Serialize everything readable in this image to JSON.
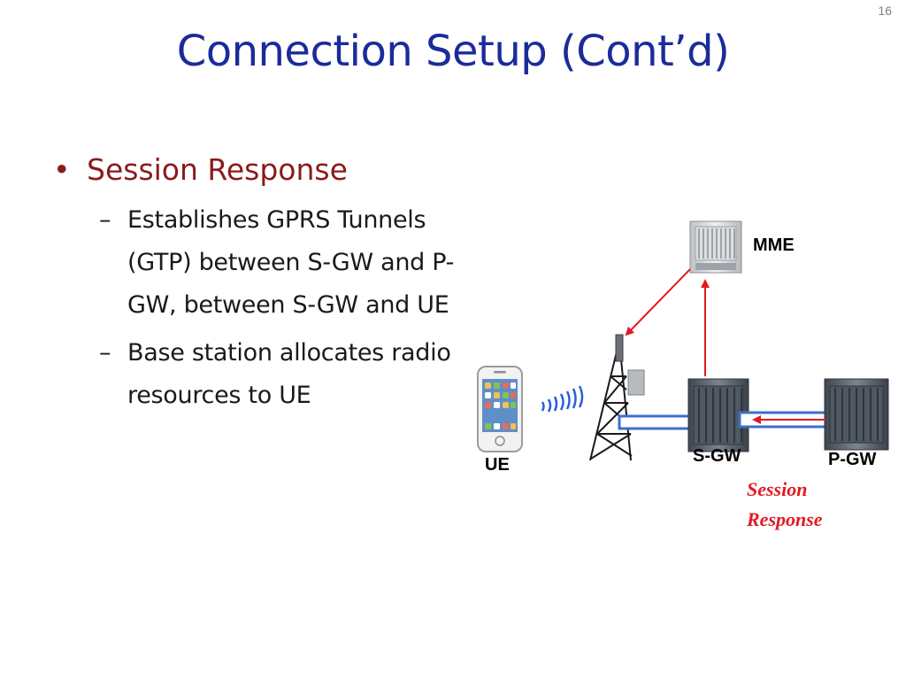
{
  "slide": {
    "number": "16",
    "title": "Connection Setup (Cont’d)"
  },
  "bullets": {
    "main": "Session Response",
    "subs": [
      "Establishes GPRS Tunnels (GTP) between S-GW and P-GW, between S-GW and UE",
      "Base station allocates radio resources to UE"
    ],
    "sub_mark": "–",
    "main_mark": "•"
  },
  "diagram": {
    "labels": {
      "mme": "MME",
      "ue": "UE",
      "sgw": "S-GW",
      "pgw": "P-GW"
    },
    "annotation_line1": "Session",
    "annotation_line2": "Response",
    "colors": {
      "arrow": "#e01b24",
      "tunnel_border": "#3d6fc9",
      "tunnel_fill": "#ffffff",
      "server": "#5a6470",
      "tower": "#1a1a1a",
      "wave": "#2b5fd9"
    },
    "icons": [
      "mme-server-icon",
      "phone-icon",
      "radio-waves-icon",
      "cell-tower-icon",
      "sgw-server-icon",
      "pgw-server-icon"
    ]
  }
}
